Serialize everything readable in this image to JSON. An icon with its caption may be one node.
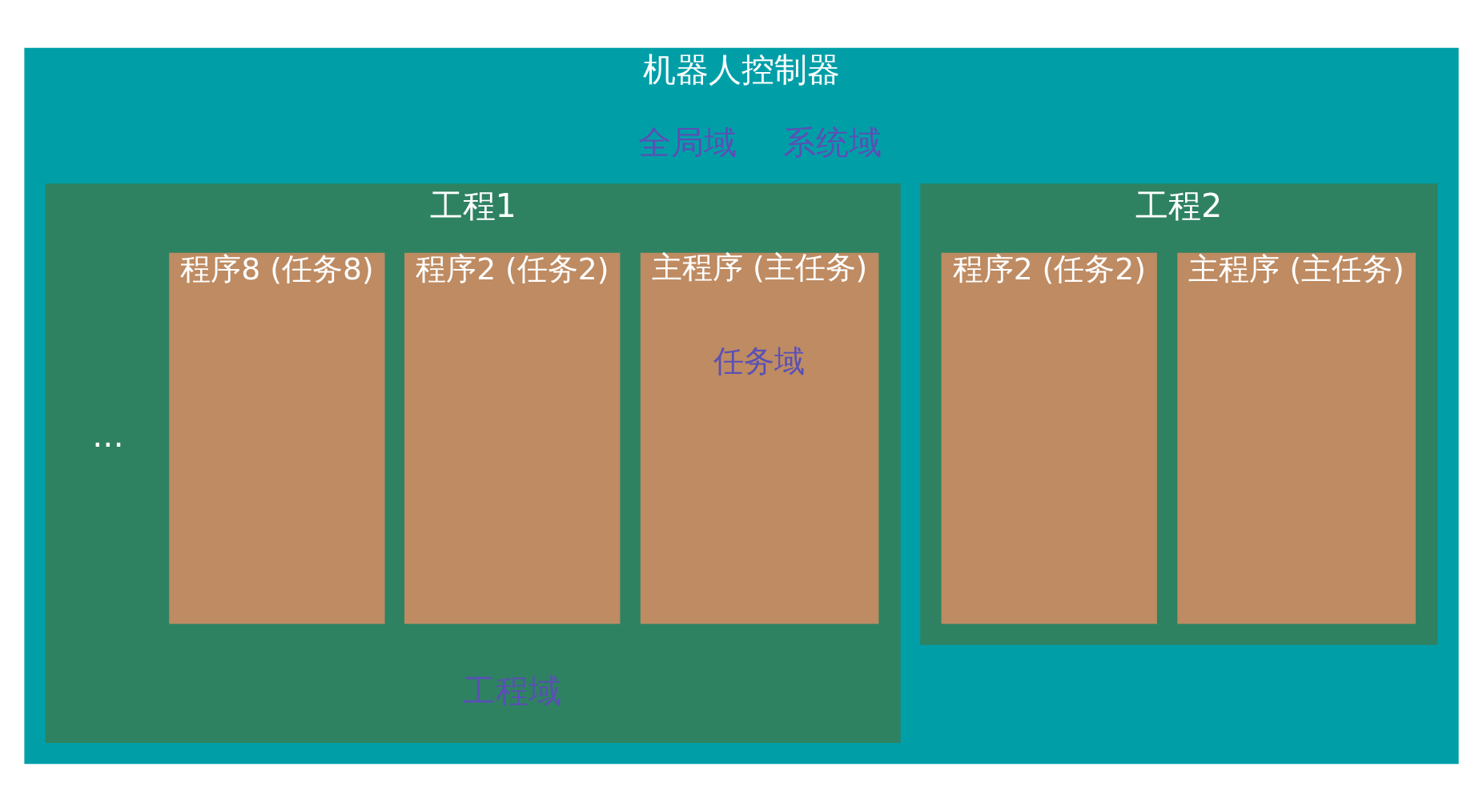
{
  "diagram": {
    "nodes": [
      {
        "text": [
          "机器人控制器"
        ]
      },
      {
        "text": [
          "工程1"
        ],
        "in": 0
      },
      {
        "text": [
          "主程序 (主任务)",
          "任务域"
        ],
        "in": 1
      },
      {
        "text": [
          "程序2 (任务2)"
        ],
        "in": 1
      },
      {
        "text": [
          "程序8 (任务8)"
        ],
        "in": 1
      },
      {
        "text": [
          "工程2"
        ],
        "in": 0
      },
      {
        "text": [
          "主程序 (主任务)"
        ],
        "in": 5
      },
      {
        "text": [
          "程序2 (任务2)"
        ],
        "in": 5
      }
    ],
    "labels": [
      "系统域",
      "全局域",
      "...",
      "工程域"
    ]
  }
}
